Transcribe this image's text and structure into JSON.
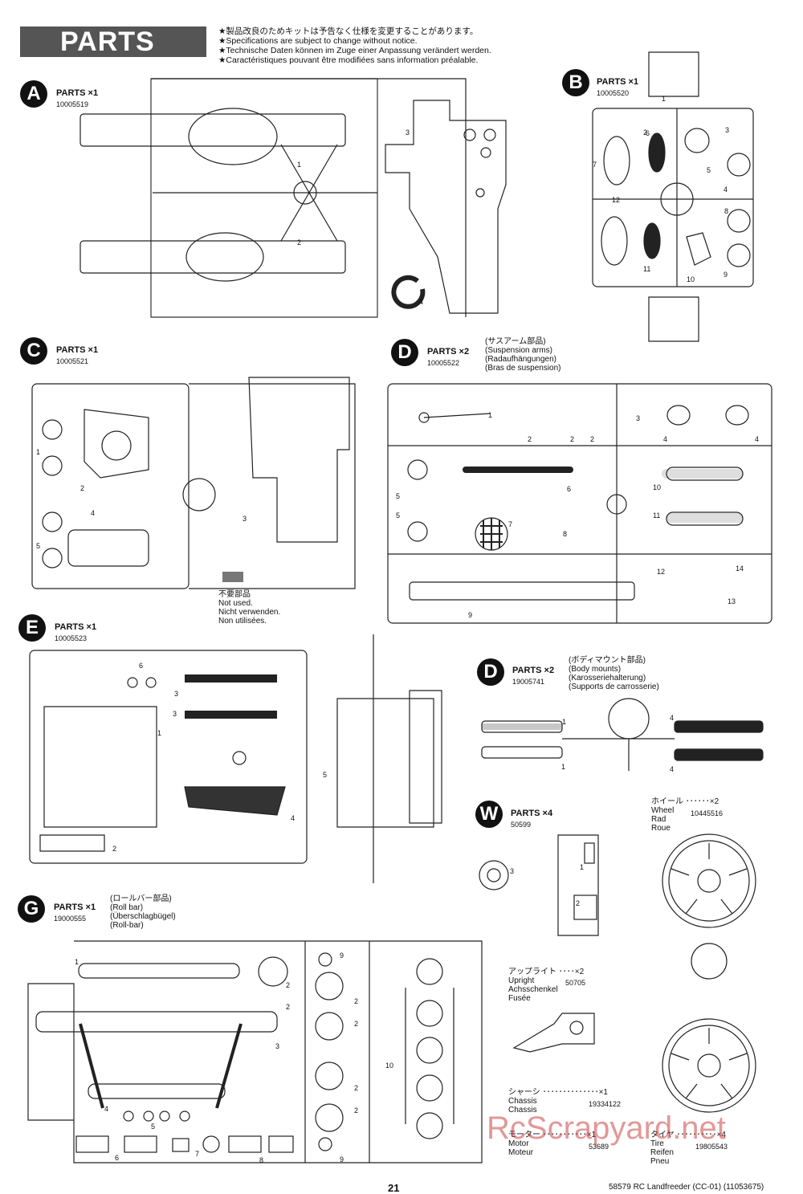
{
  "header": {
    "title": "PARTS"
  },
  "notice": {
    "lines": [
      "★製品改良のためキットは予告なく仕様を変更することがあります。",
      "★Specifications are subject to change without notice.",
      "★Technische Daten können im Zuge einer Anpassung verändert werden.",
      "★Caractéristiques pouvant être modifiées sans information préalable."
    ]
  },
  "parts": {
    "A": {
      "letter": "A",
      "label": "PARTS ×1",
      "num": "10005519"
    },
    "B": {
      "letter": "B",
      "label": "PARTS ×1",
      "num": "10005520"
    },
    "C": {
      "letter": "C",
      "label": "PARTS ×1",
      "num": "10005521"
    },
    "D1": {
      "letter": "D",
      "label": "PARTS ×2",
      "num": "10005522",
      "desc": [
        "(サスアーム部品)",
        "(Suspension arms)",
        "(Radaufhängungen)",
        "(Bras de suspension)"
      ]
    },
    "E": {
      "letter": "E",
      "label": "PARTS ×1",
      "num": "10005523"
    },
    "D2": {
      "letter": "D",
      "label": "PARTS ×2",
      "num": "19005741",
      "desc": [
        "(ボディマウント部品)",
        "(Body mounts)",
        "(Karosseriehalterung)",
        "(Supports de carrosserie)"
      ]
    },
    "W": {
      "letter": "W",
      "label": "PARTS ×4",
      "num": "50599"
    },
    "G": {
      "letter": "G",
      "label": "PARTS ×1",
      "num": "19000555",
      "desc": [
        "(ロールバー部品)",
        "(Roll bar)",
        "(Überschlagbügel)",
        "(Roll-bar)"
      ]
    }
  },
  "not_used": [
    "不要部品",
    "Not used.",
    "Nicht verwenden.",
    "Non utilisées."
  ],
  "loose": {
    "wheel": {
      "jp": "ホイール ･･････×2",
      "num": "10445516",
      "names": [
        "Wheel",
        "Rad",
        "Roue"
      ]
    },
    "upright": {
      "jp": "アップライト ････×2",
      "num": "50705",
      "names": [
        "Upright",
        "Achsschenkel",
        "Fusée"
      ]
    },
    "chassis": {
      "jp": "シャーシ ･･････････････×1",
      "num": "19334122",
      "names": [
        "Chassis",
        "Chassis"
      ]
    },
    "motor": {
      "jp": "モーター ･･･････････×1",
      "num": "53689",
      "names": [
        "Motor",
        "Moteur"
      ]
    },
    "tire": {
      "jp": "タイヤ ･･････････×4",
      "num": "19805543",
      "names": [
        "Tire",
        "Reifen",
        "Pneu"
      ]
    }
  },
  "footer": {
    "page": "21",
    "model": "58579 RC Landfreeder (CC-01) (11053675)"
  },
  "watermark": "RcScrapyard.net",
  "part_numbers": {
    "A": [
      "1",
      "2",
      "3",
      "4"
    ],
    "B": [
      "1",
      "2",
      "3",
      "4",
      "5",
      "6",
      "7",
      "8",
      "9",
      "10",
      "11",
      "12"
    ],
    "C": [
      "1",
      "2",
      "3",
      "4",
      "5"
    ],
    "D1": [
      "1",
      "2",
      "2",
      "2",
      "3",
      "4",
      "4",
      "5",
      "5",
      "6",
      "7",
      "8",
      "9",
      "10",
      "11",
      "12",
      "13",
      "14"
    ],
    "E": [
      "1",
      "2",
      "3",
      "3",
      "4",
      "5",
      "6"
    ],
    "D2": [
      "1",
      "1",
      "4",
      "4"
    ],
    "W": [
      "1",
      "2",
      "3"
    ],
    "G": [
      "1",
      "2",
      "2",
      "2",
      "2",
      "2",
      "2",
      "3",
      "4",
      "5",
      "6",
      "7",
      "8",
      "9",
      "9",
      "10"
    ]
  }
}
